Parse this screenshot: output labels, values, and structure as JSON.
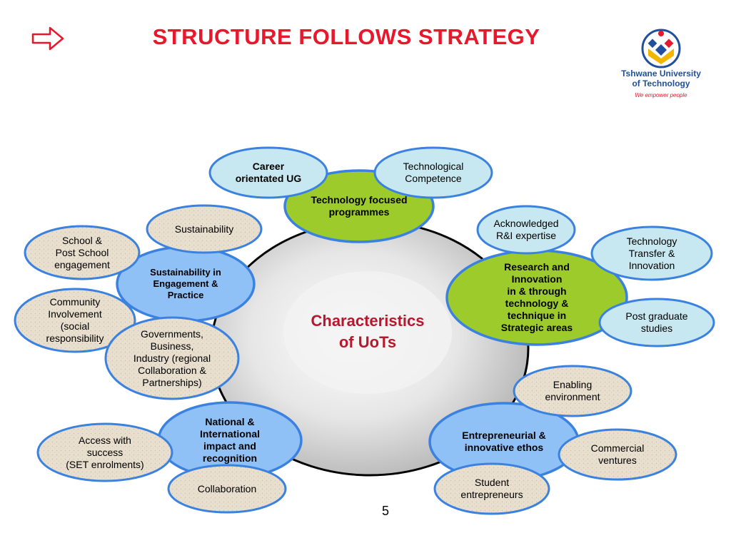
{
  "slide": {
    "title": "STRUCTURE FOLLOWS STRATEGY",
    "page_number": "5"
  },
  "logo": {
    "name_line1": "Tshwane University",
    "name_line2": "of Technology",
    "tagline": "We empower people"
  },
  "colors": {
    "title": "#e8182c",
    "center_text": "#b7182c",
    "hub_blue": "#8fc1f7",
    "hub_green": "#9ccb2b",
    "sat_light_blue": "#c7e8f0",
    "sat_beige": "#e6dccb",
    "ring_border": "#3b82e0"
  },
  "diagram": {
    "center": "Characteristics\nof UoTs",
    "hubs": [
      {
        "id": "technology",
        "label": "Technology focused\nprogrammes",
        "color": "green"
      },
      {
        "id": "sustainability",
        "label": "Sustainability in\nEngagement &\nPractice",
        "color": "blue"
      },
      {
        "id": "research",
        "label": "Research and\nInnovation\nin & through\ntechnology &\ntechnique in\nStrategic areas",
        "color": "green"
      },
      {
        "id": "national",
        "label": "National &\nInternational\nimpact and\nrecognition",
        "color": "blue"
      },
      {
        "id": "entrepreneurial",
        "label": "Entrepreneurial &\ninnovative ethos",
        "color": "blue"
      }
    ],
    "satellites": [
      {
        "id": "career",
        "label": "Career\norientated UG",
        "bold": true
      },
      {
        "id": "tech-competence",
        "label": "Technological\nCompetence"
      },
      {
        "id": "sustainability-sat",
        "label": "Sustainability"
      },
      {
        "id": "school",
        "label": "School &\nPost School\nengagement"
      },
      {
        "id": "community",
        "label": "Community\nInvolvement\n(social\nresponsibility"
      },
      {
        "id": "governments",
        "label": "Governments,\nBusiness,\nIndustry (regional\nCollaboration &\nPartnerships)"
      },
      {
        "id": "acknowledged",
        "label": "Acknowledged\nR&I expertise"
      },
      {
        "id": "tech-transfer",
        "label": "Technology\nTransfer &\nInnovation"
      },
      {
        "id": "postgrad",
        "label": "Post graduate\nstudies"
      },
      {
        "id": "enabling",
        "label": "Enabling\nenvironment"
      },
      {
        "id": "commercial",
        "label": "Commercial\nventures"
      },
      {
        "id": "student",
        "label": "Student\nentrepreneurs"
      },
      {
        "id": "access",
        "label": "Access with\nsuccess\n(SET enrolments)"
      },
      {
        "id": "collaboration",
        "label": "Collaboration"
      }
    ]
  }
}
